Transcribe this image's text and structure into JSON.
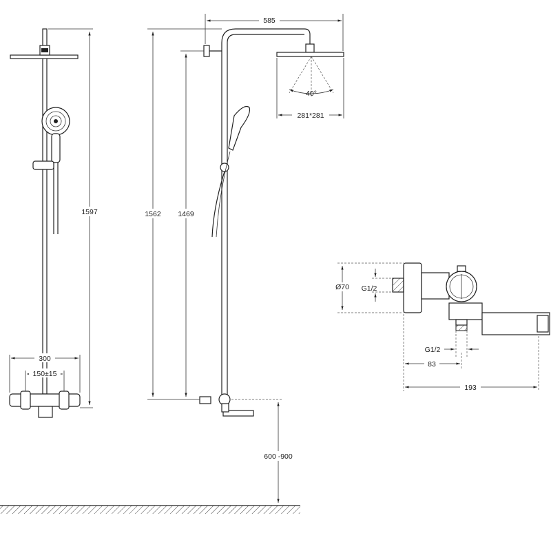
{
  "dimensions": {
    "total_height_front": "1597",
    "arm_reach": "585",
    "head_size": "281*281",
    "spray_angle": "40°",
    "total_height_side": "1562",
    "slide_bar_height": "1469",
    "mixer_width": "300",
    "inlet_centers": "150±15",
    "install_height": "600 -900",
    "body_diameter": "Ø70",
    "inlet_thread_top": "G1/2",
    "inlet_thread_bottom": "G1/2",
    "outlet_offset": "83",
    "spout_length": "193"
  }
}
